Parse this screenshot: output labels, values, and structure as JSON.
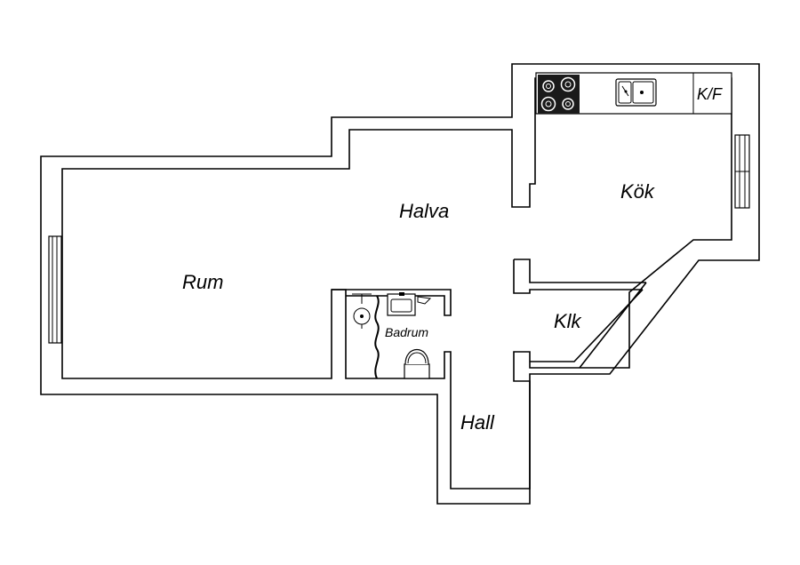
{
  "rooms": {
    "rum": "Rum",
    "halva": "Halva",
    "kok": "Kök",
    "klk": "Klk",
    "badrum": "Badrum",
    "hall": "Hall",
    "kf": "K/F"
  },
  "icons": {
    "stove": "stove-icon",
    "sink": "kitchen-sink-icon",
    "shower": "shower-icon",
    "basin": "wash-basin-icon",
    "toilet": "toilet-icon"
  },
  "colors": {
    "wall": "#000000",
    "background": "#ffffff",
    "stove": "#1a1a1a"
  }
}
